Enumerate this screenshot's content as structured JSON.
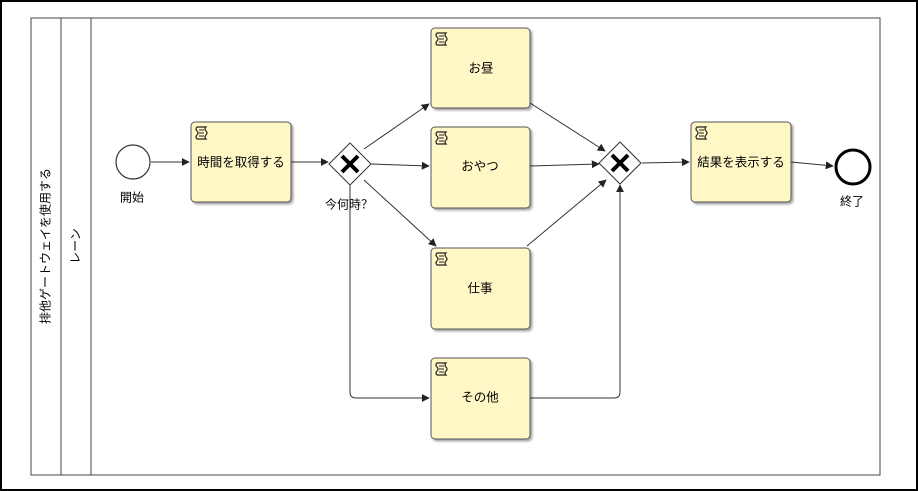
{
  "pool": {
    "name": "排他ゲートウェイを使用する"
  },
  "lane": {
    "name": "レーン"
  },
  "start_event": {
    "label": "開始"
  },
  "end_event": {
    "label": "終了"
  },
  "tasks": {
    "get_time": "時間を取得する",
    "lunch": "お昼",
    "snack": "おやつ",
    "work": "仕事",
    "other": "その他",
    "show_result": "結果を表示する"
  },
  "split_gateway": {
    "label": "今何時？"
  },
  "colors": {
    "task_fill": "#fff8c6",
    "task_stroke": "#555555",
    "line": "#333333"
  }
}
